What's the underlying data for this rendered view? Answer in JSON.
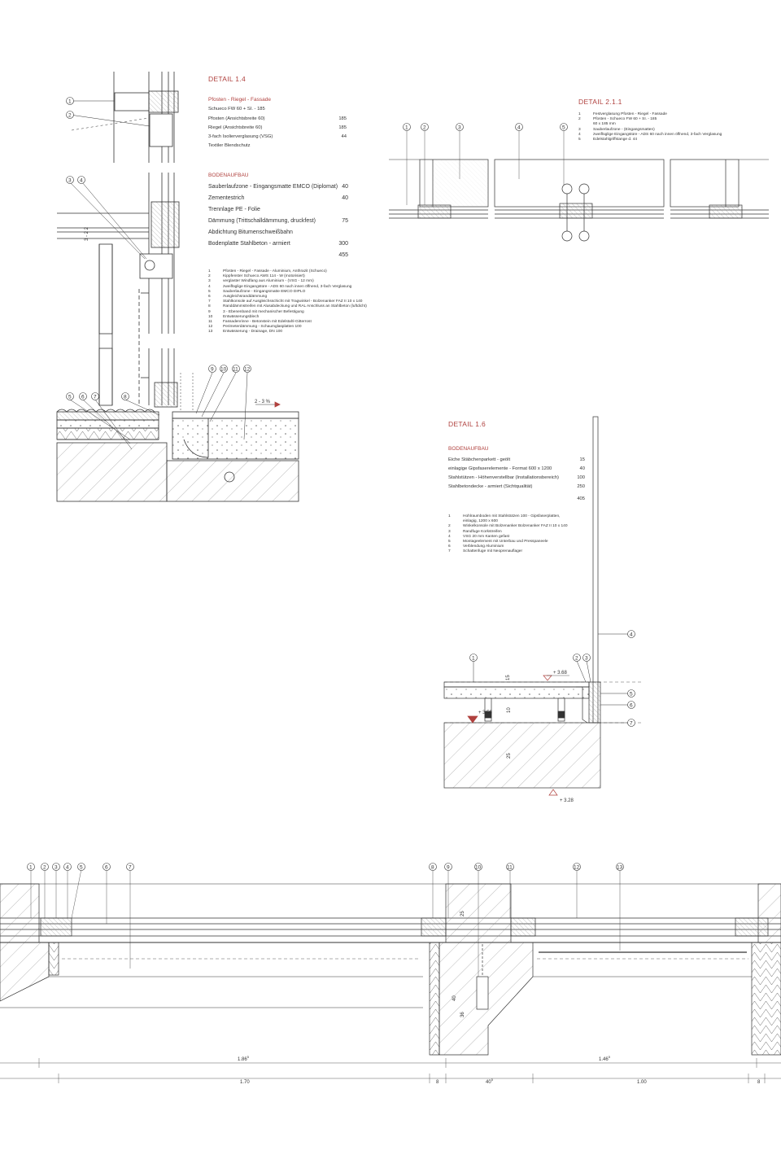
{
  "detail_14": {
    "title": "DETAIL 1.4",
    "facade_heading": "Pfosten - Riegel - Fassade",
    "facade_system": "Schueco FW 60 + SI. - 185",
    "facade_rows": [
      {
        "label": "Pfosten (Ansichtsbreite 60)",
        "value": "185"
      },
      {
        "label": "Riegel (Ansichtsbreite 60)",
        "value": "185"
      },
      {
        "label": "3-fach Isolierverglasung (VSG)",
        "value": "44"
      },
      {
        "label": "Textiler Blendschutz",
        "value": ""
      }
    ],
    "floor_heading": "BODENAUFBAU",
    "floor_rows": [
      {
        "label": "Sauberlaufzone - Eingangsmatte EMCO (Diplomat)",
        "value": "40"
      },
      {
        "label": "Zementestrich",
        "value": "40"
      },
      {
        "label": "Trennlage PE - Folie",
        "value": ""
      },
      {
        "label": "Dämmung (Trittschalldämmung, druckfest)",
        "value": "75"
      },
      {
        "label": "Abdichtung Bitumenschweißbahn",
        "value": ""
      },
      {
        "label": "Bodenplatte Stahlbeton - armiert",
        "value": "300"
      },
      {
        "label": "",
        "value": "455"
      }
    ],
    "legend": [
      {
        "n": "1",
        "text": "Pfosten - Riegel - Fassade - Aluminium, Anthrazit (Schueco)"
      },
      {
        "n": "2",
        "text": "Kippfenster Schueco AWS 114 - W (motorisiert)"
      },
      {
        "n": "3",
        "text": "verglaster Windfang aus Aluminium - (VSG - 12 mm)"
      },
      {
        "n": "4",
        "text": "zweiflüglige Eingangstüre - ADS 60 nach innen öffnend, 3-fach Verglasung"
      },
      {
        "n": "5",
        "text": "Sauberlaufzone - Eingangsmatte EMCO DIPLO"
      },
      {
        "n": "6",
        "text": "Ausgleichsranddämmung"
      },
      {
        "n": "7",
        "text": "Stahlkonsole auf Ausgleichsschicht mit Tragwinkel - Bolzenanker FAZ II 10 x 140"
      },
      {
        "n": "8",
        "text": "Randdämmstreifen mit Alusabdeckung und RAL Anschluss an Stahlbeton (luftdicht)"
      },
      {
        "n": "9",
        "text": "3 - Ebenenband mit mechanischer Befestigung"
      },
      {
        "n": "10",
        "text": "Entwässerungsblech"
      },
      {
        "n": "11",
        "text": "Fassadenrinne - Betonstein mit Edelstahl-Gitterrost"
      },
      {
        "n": "12",
        "text": "Perimeterdämmung - Schaumglasplatten 100"
      },
      {
        "n": "13",
        "text": "Entwässerung - Drainage, DN 100"
      }
    ],
    "slope_label": "2 - 3 %",
    "dim_label": "3 - 2 2"
  },
  "detail_211": {
    "title": "DETAIL 2.1.1",
    "legend": [
      {
        "n": "1",
        "text": "Festverglasung Pfosten - Riegel - Fassade"
      },
      {
        "n": "2",
        "text": "Pfosten - Schueco FW 60 + SI. - 185"
      },
      {
        "n": "",
        "text": "60 x 185 mm"
      },
      {
        "n": "3",
        "text": "Sauberlaufzone - (Eingangsmatten)"
      },
      {
        "n": "4",
        "text": "zweiflüglige Eingangstüre - ADS 60 nach innen öffnend, 3-fach Verglasung"
      },
      {
        "n": "5",
        "text": "Edelstahlgriffstange d. 44"
      }
    ]
  },
  "detail_16": {
    "title": "DETAIL 1.6",
    "floor_heading": "BODENAUFBAU",
    "floor_rows": [
      {
        "label": "Eiche Stäbchenparkett - geölt",
        "value": "15"
      },
      {
        "label": "einlagige Gipsfaserelemente - Format 600 x 1200",
        "value": "40"
      },
      {
        "label": "Stahlstützen - Höhenverstellbar (Installationsbereich)",
        "value": "100"
      },
      {
        "label": "Stahlbetondecke - armiert          (Sichtqualität)",
        "value": "250"
      },
      {
        "label": "",
        "value": "405"
      }
    ],
    "legend": [
      {
        "n": "1",
        "text": "Hohlraumboden mit Stahlstützen 100 - Gipsfaserplatten,"
      },
      {
        "n": "",
        "text": "einlagig, 1200 x 600"
      },
      {
        "n": "2",
        "text": "Winkelkonsole mit Bolzenanker Bolzenanker FAZ II 10 x 140"
      },
      {
        "n": "3",
        "text": "Randfuge Korkstreifen"
      },
      {
        "n": "4",
        "text": "VSG 20 mm Kanten gefast"
      },
      {
        "n": "5",
        "text": "Montageelement mit Unterbau und Presspaneele"
      },
      {
        "n": "6",
        "text": "Verblendung Aluminium"
      },
      {
        "n": "7",
        "text": "Schattenfuge mit Neoprenauflager"
      }
    ],
    "level_top": "+ 3.68",
    "level_mid": "+ 3.53",
    "level_bottom": "+ 3.28",
    "dim_15": "15",
    "dim_10": "10",
    "dim_25": "25"
  },
  "bottom_section": {
    "dim_left_top": "1.86",
    "dim_left_top_sup": "5",
    "dim_right_top": "1.46",
    "dim_right_top_sup": "5",
    "dim_a": "1.70",
    "dim_b": "8",
    "dim_c": "40",
    "dim_c_sup": "5",
    "dim_d": "1.00",
    "dim_e": "8",
    "dim_25": "25",
    "dim_40": "40",
    "dim_36": "36"
  },
  "colors": {
    "accent": "#b0413e",
    "line": "#333333",
    "hatch": "#666666"
  }
}
